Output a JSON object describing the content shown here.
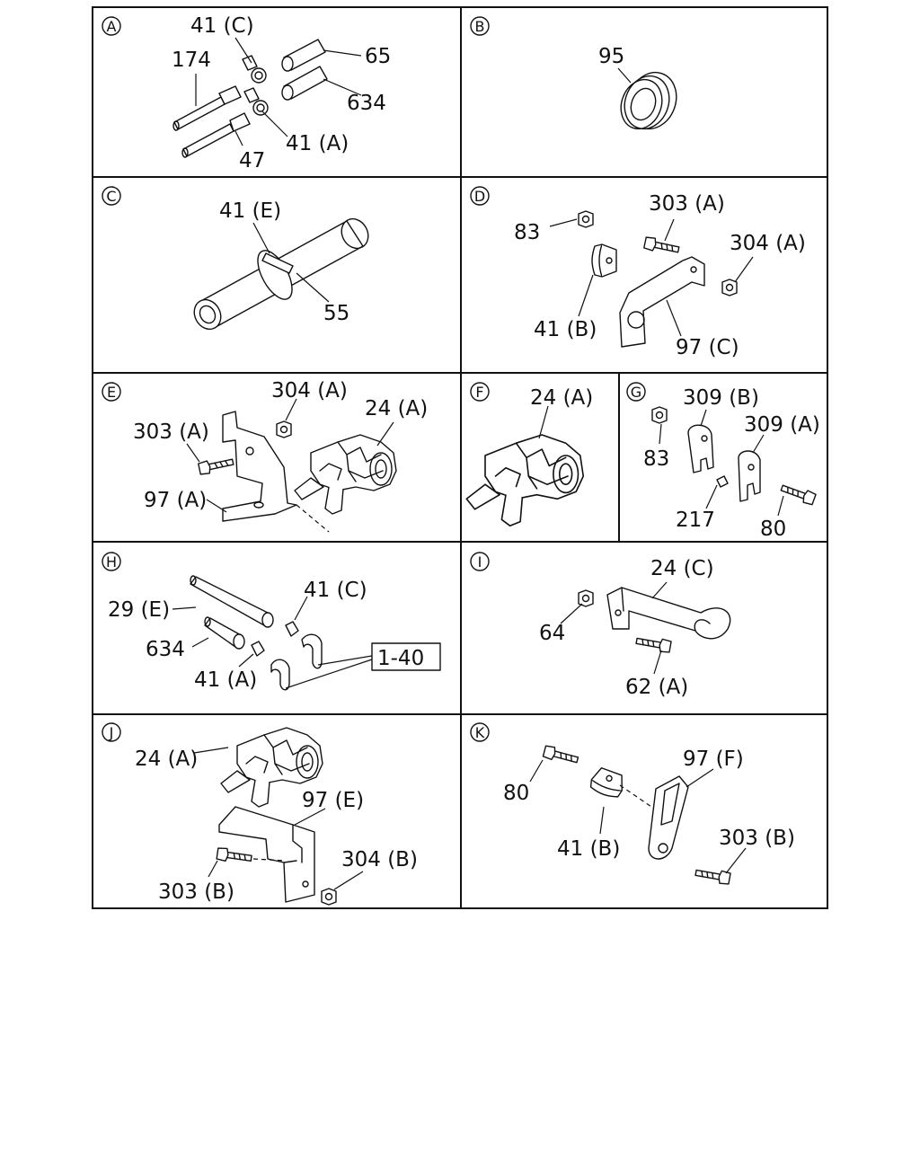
{
  "panels": [
    {
      "id": "A",
      "letter": "A",
      "labels": [
        "41 (C)",
        "174",
        "65",
        "634",
        "41 (A)",
        "47"
      ]
    },
    {
      "id": "B",
      "letter": "B",
      "labels": [
        "95"
      ]
    },
    {
      "id": "C",
      "letter": "C",
      "labels": [
        "41 (E)",
        "55"
      ]
    },
    {
      "id": "D",
      "letter": "D",
      "labels": [
        "83",
        "303 (A)",
        "304 (A)",
        "41 (B)",
        "97 (C)"
      ]
    },
    {
      "id": "E",
      "letter": "E",
      "labels": [
        "304 (A)",
        "24 (A)",
        "303 (A)",
        "97 (A)"
      ]
    },
    {
      "id": "F",
      "letter": "F",
      "labels": [
        "24 (A)"
      ]
    },
    {
      "id": "G",
      "letter": "G",
      "labels": [
        "309 (B)",
        "309 (A)",
        "83",
        "217",
        "80"
      ]
    },
    {
      "id": "H",
      "letter": "H",
      "labels": [
        "41 (C)",
        "29 (E)",
        "634",
        "41 (A)",
        "1-40"
      ]
    },
    {
      "id": "I",
      "letter": "I",
      "labels": [
        "24 (C)",
        "64",
        "62 (A)"
      ]
    },
    {
      "id": "J",
      "letter": "J",
      "labels": [
        "24 (A)",
        "97 (E)",
        "303 (B)",
        "304 (B)"
      ]
    },
    {
      "id": "K",
      "letter": "K",
      "labels": [
        "80",
        "97 (F)",
        "41 (B)",
        "303 (B)"
      ]
    }
  ]
}
